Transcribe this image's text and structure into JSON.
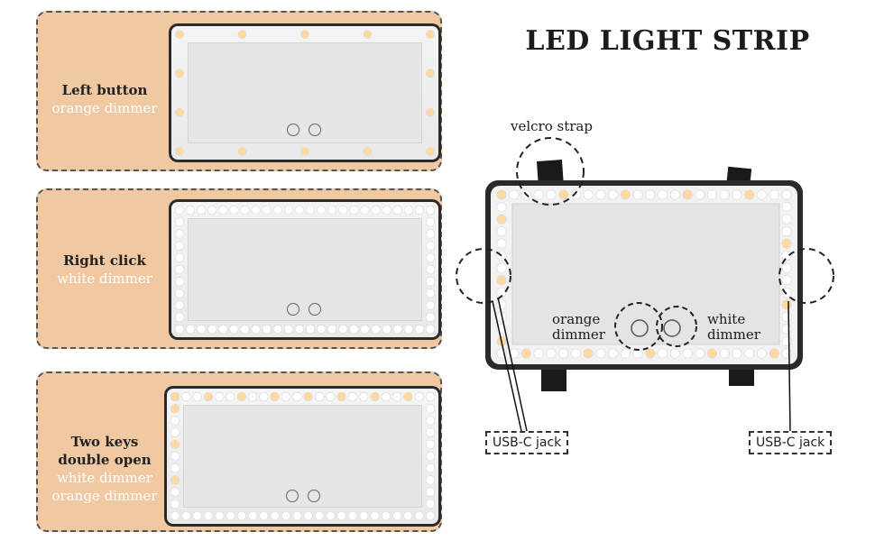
{
  "title": "LED LIGHT STRIP",
  "modes": [
    {
      "title": "Left button",
      "subtitle_lines": [
        "orange dimmer"
      ]
    },
    {
      "title": "Right click",
      "subtitle_lines": [
        "white dimmer"
      ]
    },
    {
      "title_lines": [
        "Two keys",
        "double open"
      ],
      "subtitle_lines": [
        "white dimmer",
        "orange dimmer"
      ]
    }
  ],
  "callouts": {
    "velcro": "velcro strap",
    "orange_line1": "orange",
    "orange_line2": "dimmer",
    "white_line1": "white",
    "white_line2": "dimmer",
    "usb_left": "USB-C jack",
    "usb_right": "USB-C jack"
  },
  "colors": {
    "panel_bg": "#f0c9a3",
    "warm_led": "#ffd9a0",
    "white_led": "#ffffff",
    "frame": "#2a2a2a"
  }
}
